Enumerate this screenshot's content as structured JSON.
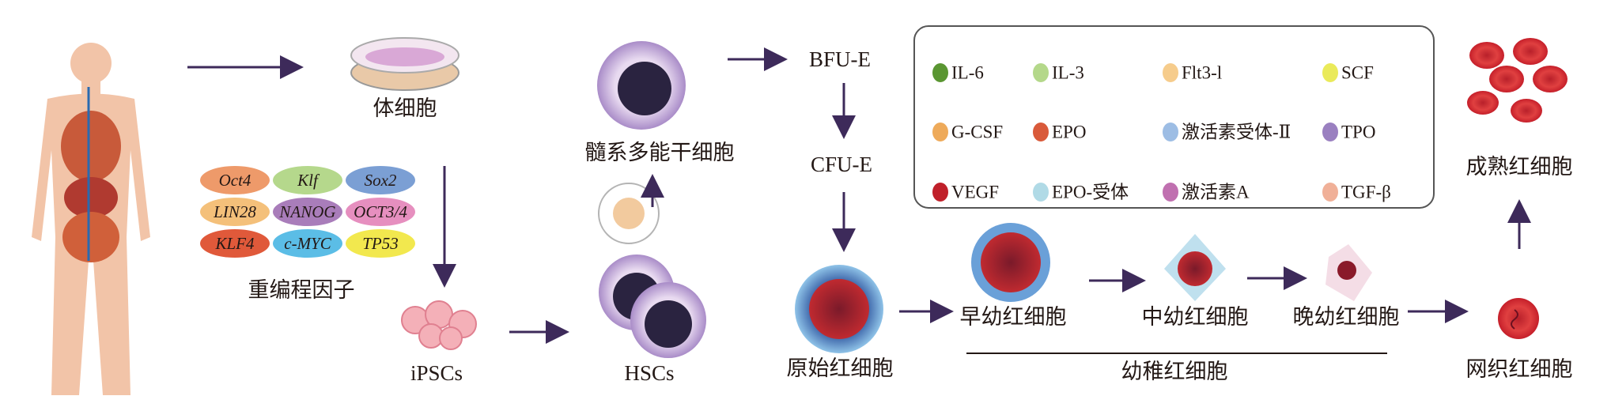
{
  "labels": {
    "somatic_cell": "体细胞",
    "reprogramming_factors": "重编程因子",
    "ipscs": "iPSCs",
    "hscs": "HSCs",
    "myeloid_progenitor": "髓系多能干细胞",
    "bfu_e": "BFU-E",
    "cfu_e": "CFU-E",
    "proerythroblast": "原始红细胞",
    "early_erythroblast": "早幼红细胞",
    "intermediate_erythroblast": "中幼红细胞",
    "late_erythroblast": "晚幼红细胞",
    "immature_erythroid": "幼稚红细胞",
    "reticulocyte": "网织红细胞",
    "mature_rbc": "成熟红细胞"
  },
  "genes": [
    {
      "name": "Oct4",
      "color": "#ee9a6a"
    },
    {
      "name": "Klf",
      "color": "#b5d88c"
    },
    {
      "name": "Sox2",
      "color": "#7b9fd4"
    },
    {
      "name": "LIN28",
      "color": "#f4c07a"
    },
    {
      "name": "NANOG",
      "color": "#a97dba"
    },
    {
      "name": "OCT3/4",
      "color": "#e68fbf"
    },
    {
      "name": "KLF4",
      "color": "#e0593a"
    },
    {
      "name": "c-MYC",
      "color": "#5bbde6"
    },
    {
      "name": "TP53",
      "color": "#f2e84e"
    }
  ],
  "legend": [
    {
      "name": "IL-6",
      "color": "#5a9632"
    },
    {
      "name": "IL-3",
      "color": "#b4d88a"
    },
    {
      "name": "Flt3-l",
      "color": "#f6cc8c"
    },
    {
      "name": "SCF",
      "color": "#eaea5a"
    },
    {
      "name": "G-CSF",
      "color": "#eeaa5a"
    },
    {
      "name": "EPO",
      "color": "#d95a3a"
    },
    {
      "name": "激活素受体-Ⅱ",
      "color": "#9dbde4"
    },
    {
      "name": "TPO",
      "color": "#9a80c0"
    },
    {
      "name": "VEGF",
      "color": "#c0202a"
    },
    {
      "name": "EPO-受体",
      "color": "#b0dae6"
    },
    {
      "name": "激活素A",
      "color": "#c070b0"
    },
    {
      "name": "TGF-β",
      "color": "#f0b098"
    }
  ]
}
